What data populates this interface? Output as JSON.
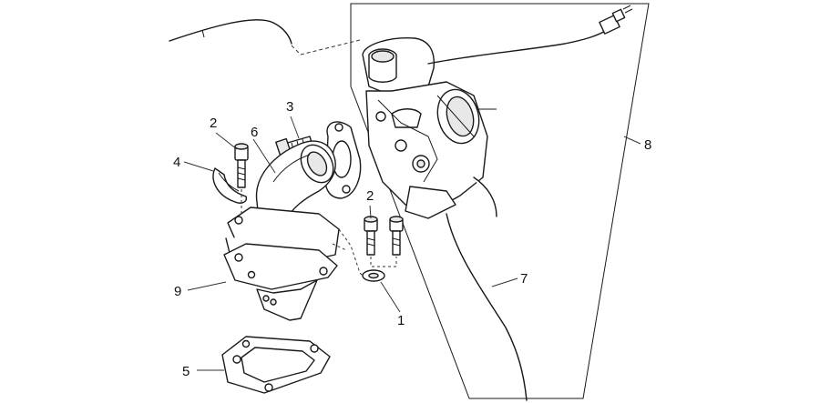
{
  "callouts": {
    "c1": "1",
    "c2a": "2",
    "c2b": "2",
    "c3": "3",
    "c4": "4",
    "c5": "5",
    "c6": "6",
    "c7": "7",
    "c8": "8",
    "c9": "9"
  },
  "colors": {
    "line": "#1a1a1a",
    "background": "#ffffff"
  }
}
